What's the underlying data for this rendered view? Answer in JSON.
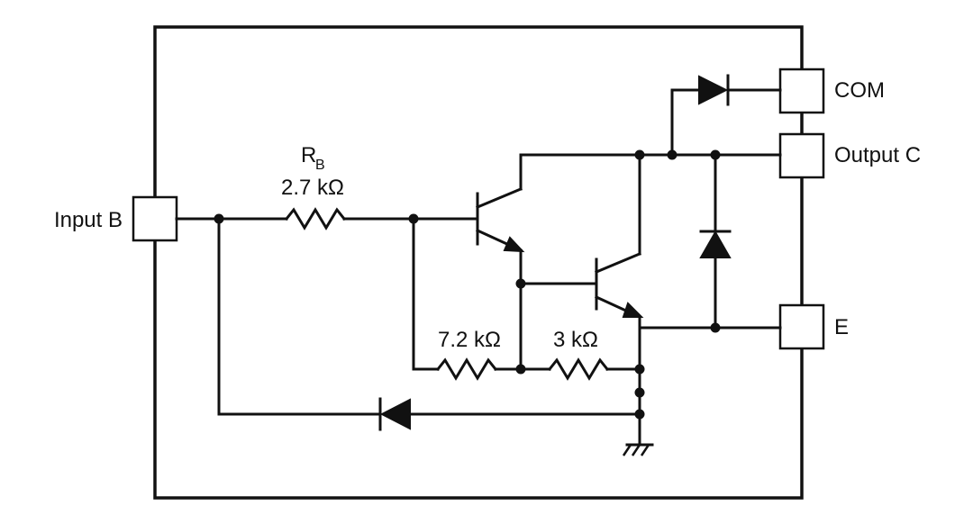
{
  "pins": {
    "input_b": "Input B",
    "com": "COM",
    "output_c": "Output C",
    "emitter": "E"
  },
  "resistors": {
    "rb_symbol": "R",
    "rb_subscript": "B",
    "rb_value": "2.7 kΩ",
    "r1_value": "7.2 kΩ",
    "r2_value": "3 kΩ"
  }
}
